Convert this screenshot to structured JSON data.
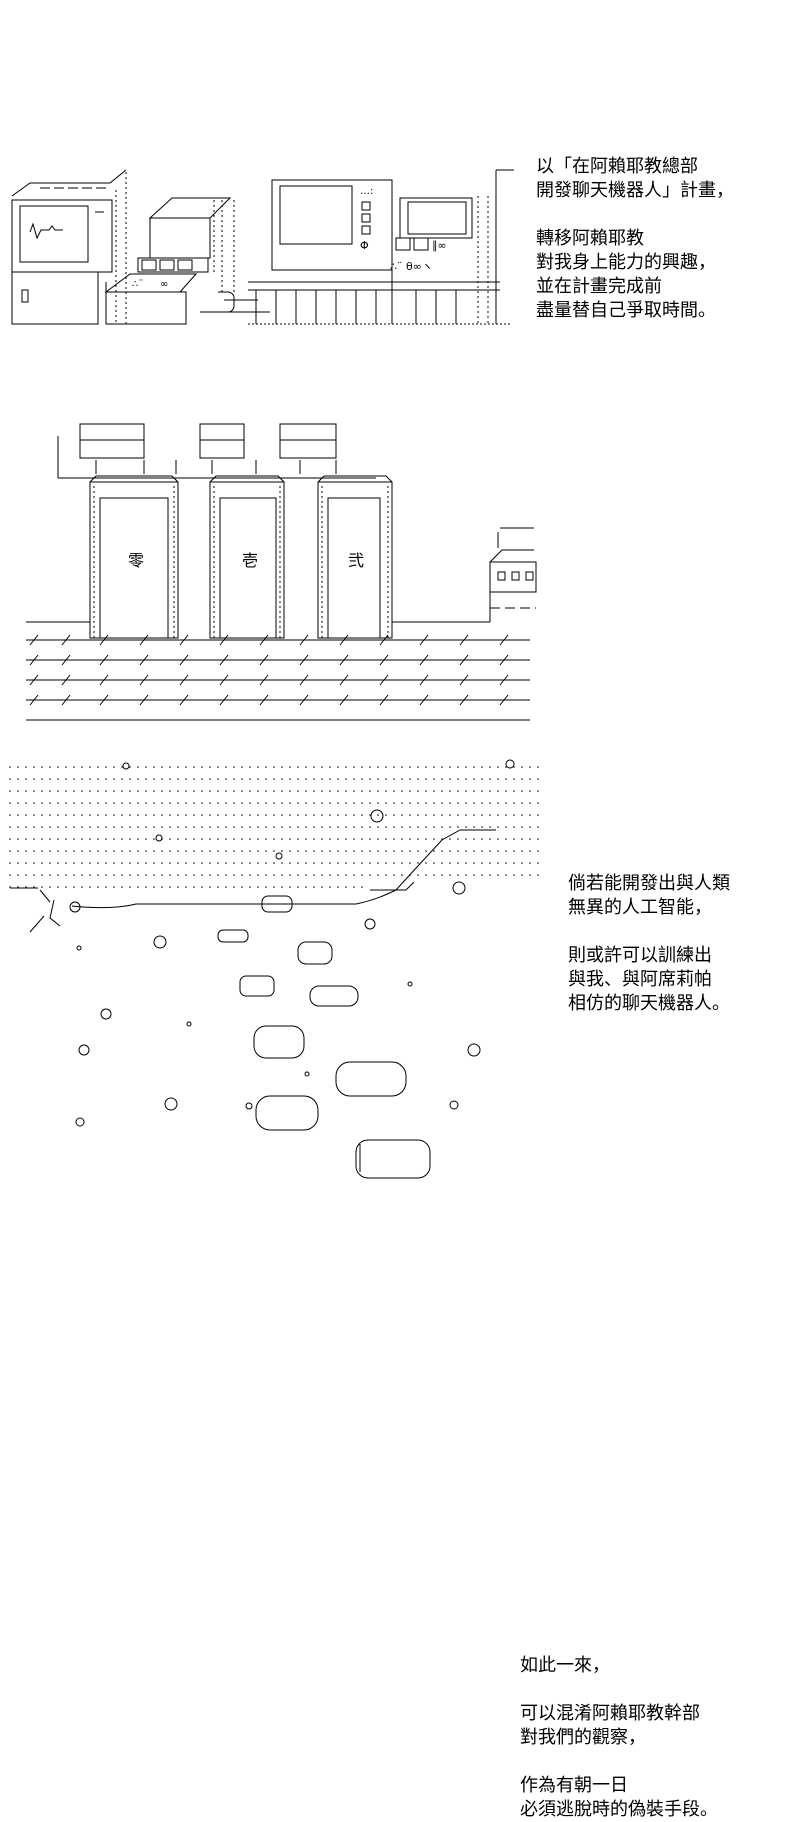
{
  "panels": [
    {
      "caption": [
        "以「在阿賴耶教總部",
        "開發聊天機器人」計畫，",
        "",
        "轉移阿賴耶教",
        "對我身上能力的興趣，",
        "並在計畫完成前",
        "盡量替自己爭取時間。"
      ]
    },
    {
      "machine_labels": [
        "零",
        "壱",
        "弐"
      ],
      "caption": [
        "倘若能開發出與人類",
        "無異的人工智能，",
        "",
        "則或許可以訓練出",
        "與我、與阿席莉帕",
        "相仿的聊天機器人。"
      ]
    },
    {
      "caption": [
        "如此一來，",
        "",
        "可以混淆阿賴耶教幹部",
        "對我們的觀察，",
        "",
        "作為有朝一日",
        "必須逃脫時的偽裝手段。"
      ]
    }
  ]
}
